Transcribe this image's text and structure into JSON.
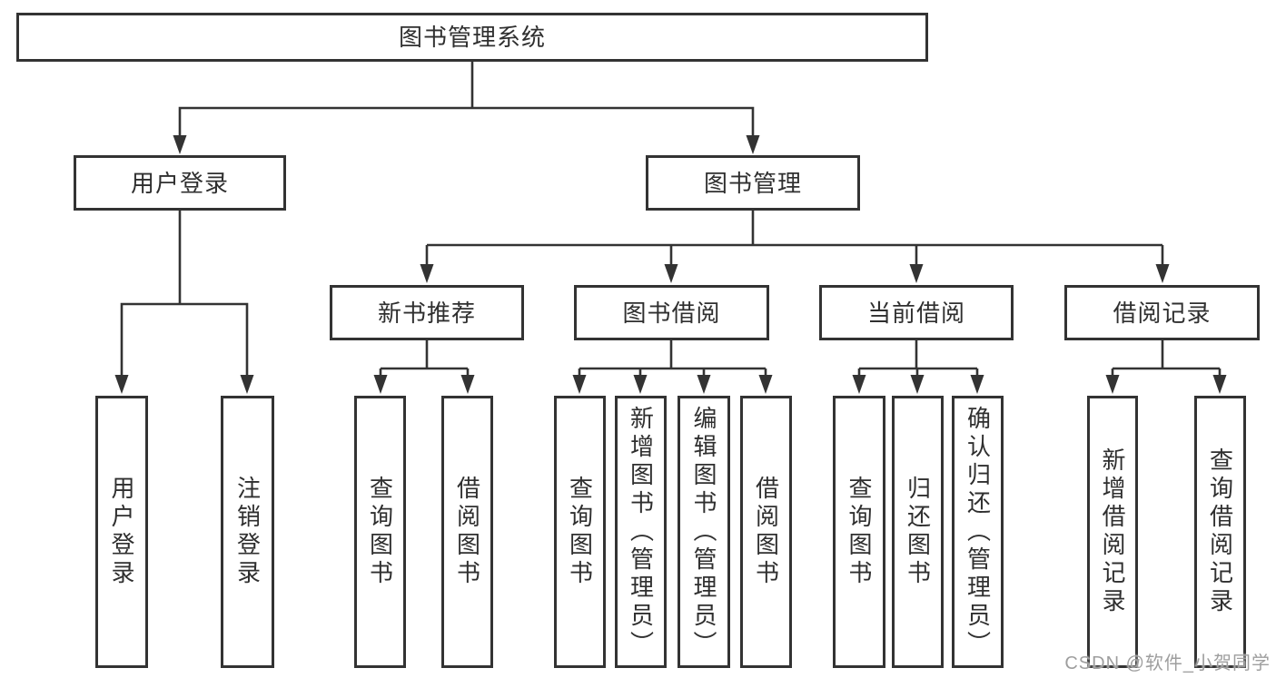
{
  "colors": {
    "line": "#333333",
    "box_border": "#333333",
    "box_background": "#ffffff",
    "text": "#2f2f2f",
    "watermark": "#9e9e9e"
  },
  "nodes": {
    "root": {
      "label": "图书管理系统"
    },
    "user_login_group": {
      "label": "用户登录"
    },
    "book_mgmt": {
      "label": "图书管理"
    },
    "new_book_rec": {
      "label": "新书推荐"
    },
    "book_borrow": {
      "label": "图书借阅"
    },
    "current_borrow": {
      "label": "当前借阅"
    },
    "borrow_records": {
      "label": "借阅记录"
    },
    "user_login": {
      "label": "用户登录"
    },
    "logout": {
      "label": "注销登录"
    },
    "query_books_1": {
      "label": "查询图书"
    },
    "borrow_books_1": {
      "label": "借阅图书"
    },
    "query_books_2": {
      "label": "查询图书"
    },
    "add_books": {
      "label": "新增图书（管理员）"
    },
    "edit_books": {
      "label": "编辑图书（管理员）"
    },
    "borrow_books_2": {
      "label": "借阅图书"
    },
    "query_books_3": {
      "label": "查询图书"
    },
    "return_books": {
      "label": "归还图书"
    },
    "confirm_return": {
      "label": "确认归还（管理员）"
    },
    "add_borrow_record": {
      "label": "新增借阅记录"
    },
    "query_borrow_record": {
      "label": "查询借阅记录"
    }
  },
  "watermark": {
    "text": "CSDN @软件_小贺同学"
  }
}
